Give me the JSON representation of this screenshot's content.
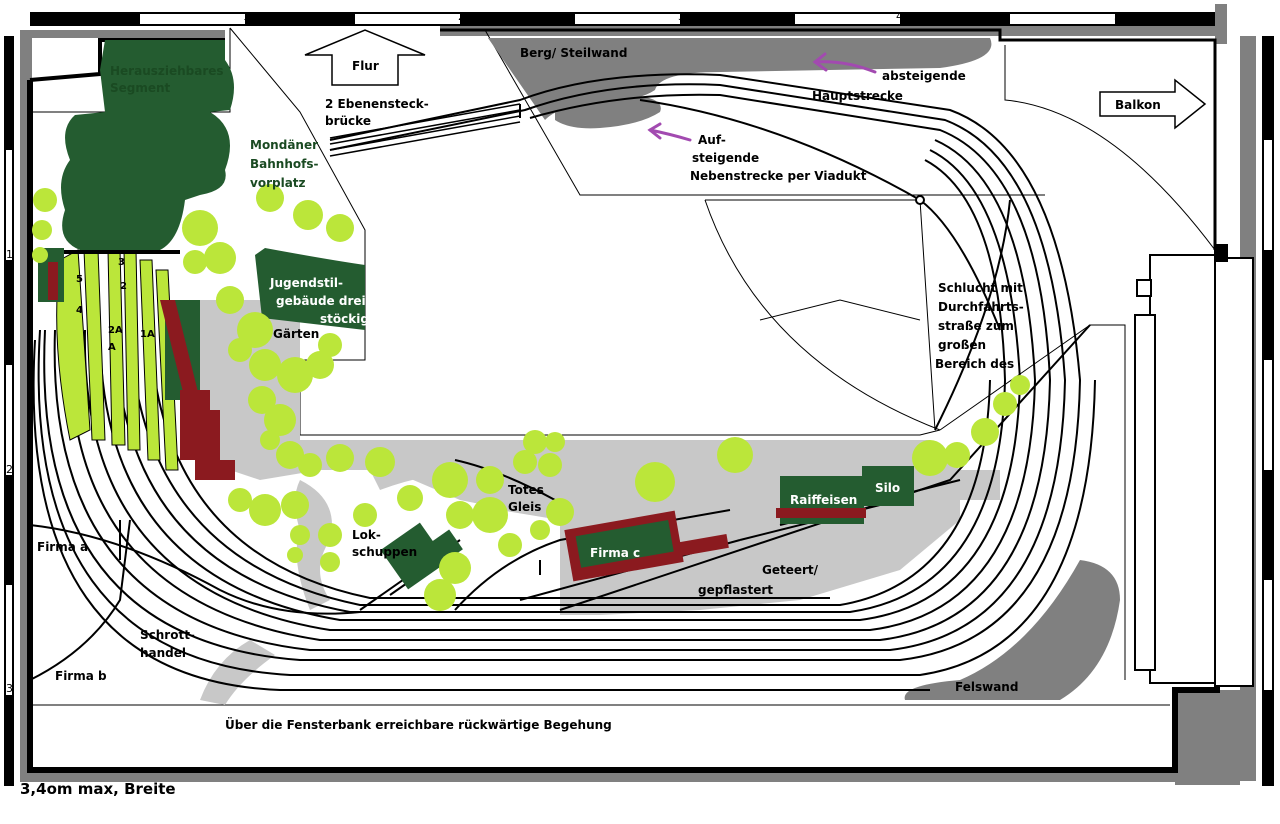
{
  "scale_top": [
    "1",
    "2",
    "3",
    "4",
    "5"
  ],
  "scale_left": [
    "1",
    "2",
    "3"
  ],
  "labels": {
    "segment": [
      "Herausziehbares",
      "Segment"
    ],
    "flur": "Flur",
    "bridge": [
      "2 Ebenensteck-",
      "brücke"
    ],
    "berg": "Berg/ Steilwand",
    "absteigend": [
      "absteigende",
      "Hauptstrecke"
    ],
    "aufsteigend": [
      "Auf-",
      "steigende",
      "Nebenstrecke per Viadukt"
    ],
    "balkon": "Balkon",
    "bahnhofsvorplatz": [
      "Mondäner",
      "Bahnhofs-",
      "vorplatz"
    ],
    "jugendstil": [
      "Jugendstil-",
      "gebäude drei-",
      "stöckig"
    ],
    "gaerten": "Gärten",
    "schlucht": [
      "Schlucht mit",
      "Durchfahrts-",
      "straße zum",
      "großen",
      "Bereich des"
    ],
    "totes_gleis": [
      "Totes",
      "Gleis"
    ],
    "raiffeisen": "Raiffeisen",
    "silo": "Silo",
    "lokschuppen": [
      "Lok-",
      "schuppen"
    ],
    "firma_c": "Firma c",
    "geteert": [
      "Geteert/",
      "gepflastert"
    ],
    "firma_a": "Firma a",
    "schrotthandel": [
      "Schrott-",
      "handel"
    ],
    "firma_b": "Firma b",
    "felswand": "Felswand",
    "fensterbank": "Über die Fensterbank erreichbare rückwärtige Begehung",
    "breite": "3,4om max, Breite"
  },
  "track_numbers": [
    "5",
    "4",
    "3",
    "2",
    "2A",
    "1A",
    "A"
  ],
  "colors": {
    "wall": "#000000",
    "gray": "#808080",
    "light_gray": "#c8c8c8",
    "dark_green": "#245c30",
    "tree_green": "#bbe63a",
    "dark_red": "#8b1a1f",
    "arrow_purple": "#a24ab0"
  }
}
